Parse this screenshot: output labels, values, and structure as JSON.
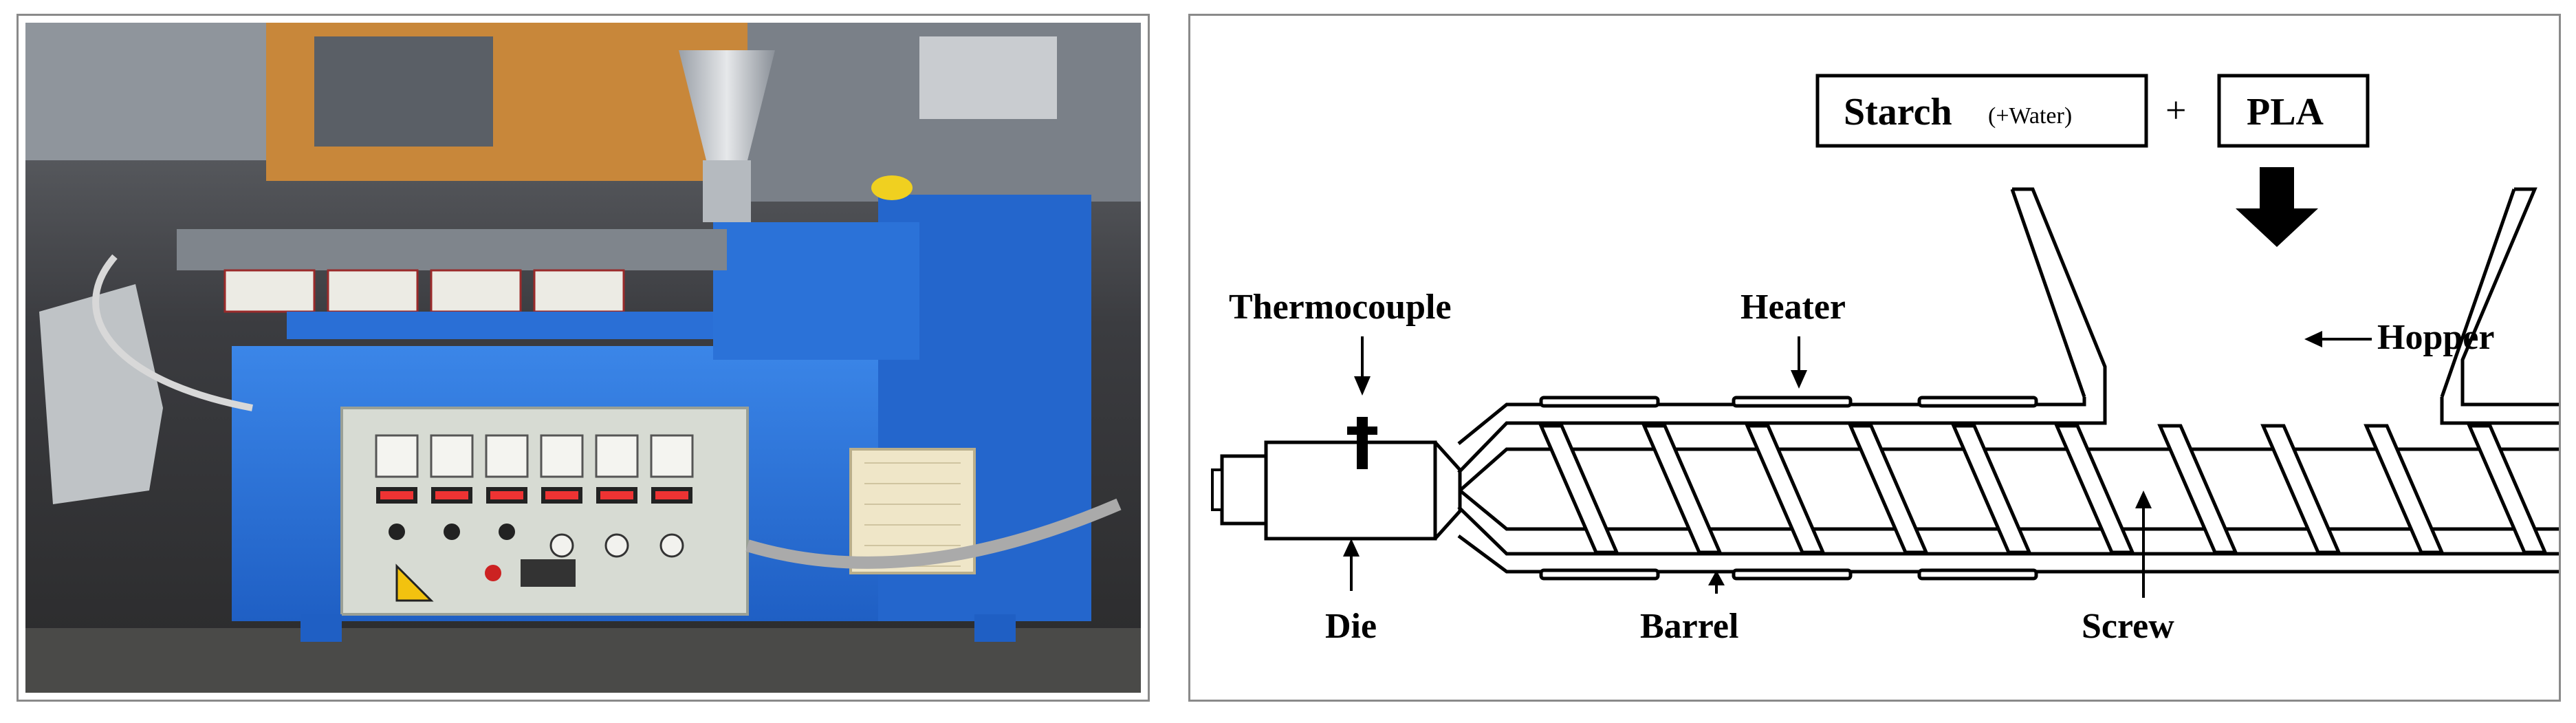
{
  "photo": {
    "subject": "extruder-machine-photo",
    "colors": {
      "machine_body": "#2a6fd6",
      "control_panel": "#d9dcd4",
      "background": "#3a3a3a"
    }
  },
  "diagram": {
    "input": {
      "starch_label": "Starch",
      "water_note": "(+Water)",
      "plus_sign": "+",
      "pla_label": "PLA"
    },
    "labels": {
      "thermocouple": "Thermocouple",
      "heater": "Heater",
      "hopper": "Hopper",
      "die": "Die",
      "barrel": "Barrel",
      "screw": "Screw"
    }
  }
}
